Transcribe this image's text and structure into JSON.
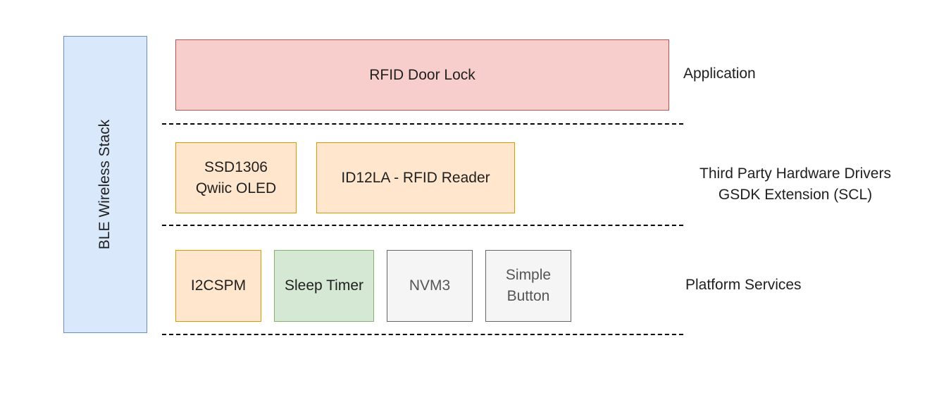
{
  "stack": {
    "label": "BLE Wireless Stack"
  },
  "application_layer": {
    "box": "RFID Door Lock",
    "label": "Application"
  },
  "drivers_layer": {
    "boxes": [
      "SSD1306\nQwiic OLED",
      "ID12LA - RFID Reader"
    ],
    "label": "Third Party Hardware Drivers\nGSDK Extension (SCL)"
  },
  "platform_layer": {
    "boxes": [
      "I2CSPM",
      "Sleep Timer",
      "NVM3",
      "Simple\nButton"
    ],
    "label": "Platform Services"
  },
  "colors": {
    "application": "#f8cecc",
    "drivers": "#ffe6cc",
    "sleep_timer": "#d5e8d4",
    "gray_service": "#f5f5f5",
    "stack": "#dae8fc"
  }
}
